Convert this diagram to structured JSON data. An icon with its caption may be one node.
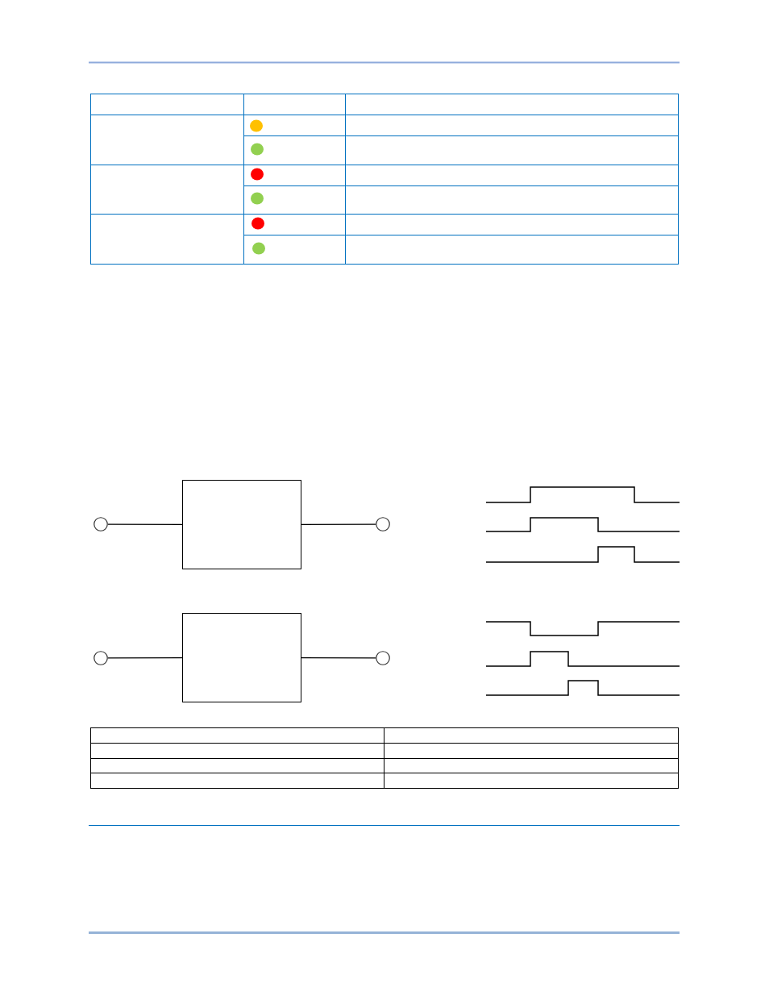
{
  "diagram": {
    "nodes": [
      {
        "text": [],
        "shape": "circle"
      },
      {
        "text": [],
        "shape": "box"
      },
      {
        "text": [],
        "shape": "circle"
      },
      {
        "text": [],
        "shape": "circle"
      },
      {
        "text": [],
        "shape": "box"
      },
      {
        "text": [],
        "shape": "circle"
      }
    ],
    "edges": [
      {
        "from": 0,
        "to": 1,
        "arrow": "none"
      },
      {
        "from": 1,
        "to": 2,
        "arrow": "none"
      },
      {
        "from": 3,
        "to": 4,
        "arrow": "none"
      },
      {
        "from": 4,
        "to": 5,
        "arrow": "none"
      }
    ]
  }
}
